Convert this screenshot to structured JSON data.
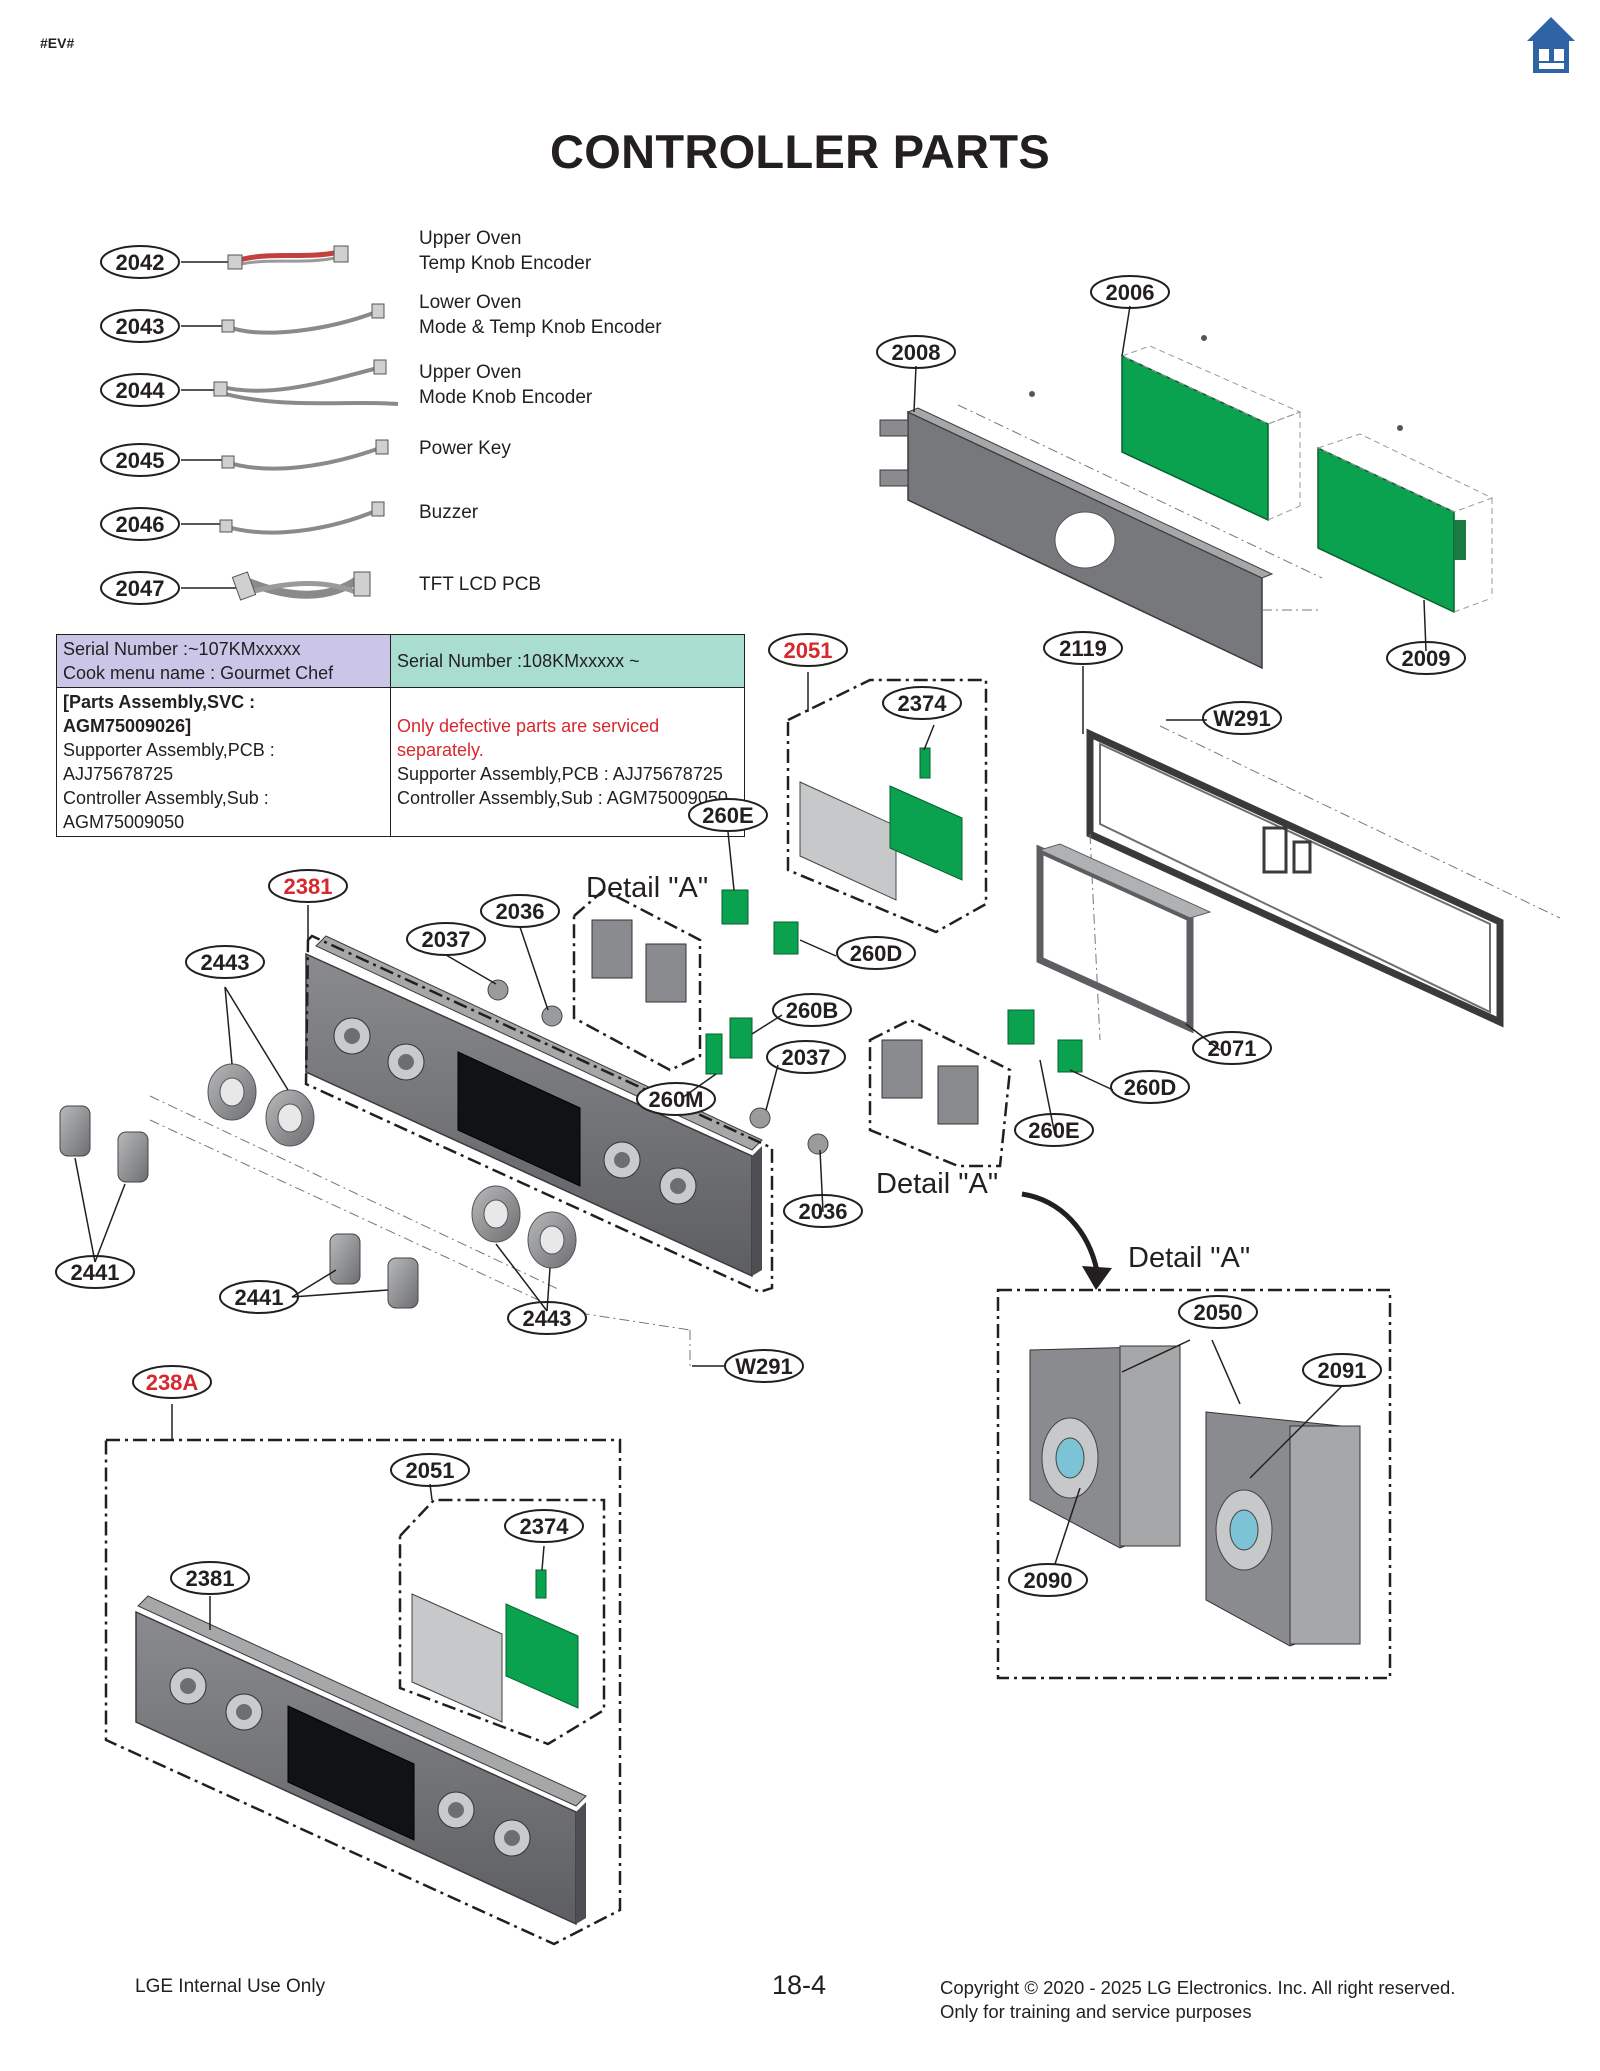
{
  "header": {
    "tag": "#EV#",
    "home_icon": "home-icon"
  },
  "title": "CONTROLLER PARTS",
  "wire_harnesses": [
    {
      "number": "2042",
      "label_line1": "Upper Oven",
      "label_line2": "Temp Knob Encoder",
      "color": "#c2403f"
    },
    {
      "number": "2043",
      "label_line1": "Lower Oven",
      "label_line2": "Mode & Temp Knob Encoder",
      "color": "#8a8a8a"
    },
    {
      "number": "2044",
      "label_line1": "Upper Oven",
      "label_line2": "Mode Knob Encoder",
      "color": "#8a8a8a"
    },
    {
      "number": "2045",
      "label_line1": "Power Key",
      "label_line2": "",
      "color": "#8a8a8a"
    },
    {
      "number": "2046",
      "label_line1": "Buzzer",
      "label_line2": "",
      "color": "#8a8a8a"
    },
    {
      "number": "2047",
      "label_line1": "TFT LCD PCB",
      "label_line2": "",
      "color": "#8a8a8a"
    }
  ],
  "table": {
    "col1_header_line1": "Serial Number :~107KMxxxxx",
    "col1_header_line2": "Cook menu name : Gourmet Chef",
    "col2_header": "Serial Number :108KMxxxxx ~",
    "col1_line1": "[Parts Assembly,SVC : AGM75009026]",
    "col1_line2": "Supporter Assembly,PCB : AJJ75678725",
    "col1_line3": "Controller Assembly,Sub : AGM75009050",
    "col2_line1": "Only defective parts are serviced separately.",
    "col2_line2": "Supporter Assembly,PCB : AJJ75678725",
    "col2_line3": "Controller Assembly,Sub : AGM75009050"
  },
  "balloons": {
    "b2006": "2006",
    "b2008": "2008",
    "b2009": "2009",
    "b2119": "2119",
    "bW291a": "W291",
    "b2051": "2051",
    "b2374": "2374",
    "b260E_a": "260E",
    "b260D_a": "260D",
    "b2381": "2381",
    "b2036_a": "2036",
    "b2037_a": "2037",
    "b2443_a": "2443",
    "b260B": "260B",
    "b2037_b": "2037",
    "b260M": "260M",
    "b2071": "2071",
    "b260D_b": "260D",
    "b260E_b": "260E",
    "b2036_b": "2036",
    "b2441_a": "2441",
    "b2441_b": "2441",
    "b2443_b": "2443",
    "bW291b": "W291",
    "b238A": "238A",
    "b2051_b": "2051",
    "b2374_b": "2374",
    "b2381_b": "2381",
    "b2050": "2050",
    "b2091": "2091",
    "b2090": "2090"
  },
  "detail_labels": {
    "top": "Detail \"A\"",
    "bottom": "Detail \"A\"",
    "box": "Detail \"A\""
  },
  "colors": {
    "pcb_green": "#0aa14f",
    "panel_gray": "#6d6e71",
    "highlight_red": "#d6282e",
    "icon_blue": "#2e63a6"
  },
  "footer": {
    "left": "LGE Internal Use Only",
    "page": "18-4",
    "right_line1": "Copyright © 2020 - 2025 LG Electronics. Inc. All right reserved.",
    "right_line2": "Only for training and service purposes"
  }
}
